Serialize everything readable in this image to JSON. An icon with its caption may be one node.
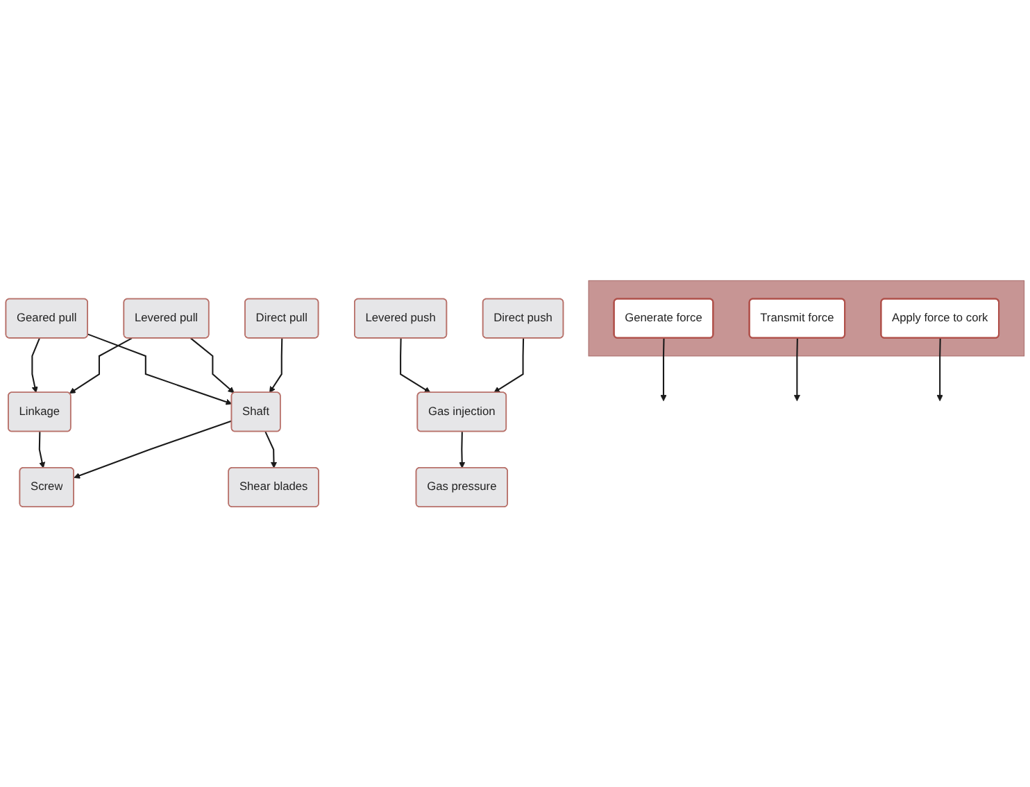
{
  "diagram": {
    "nodes": [
      {
        "text": [],
        "shape": "band"
      },
      {
        "text": [
          "Generate force"
        ],
        "in": 0
      },
      {
        "text": [
          "Transmit force"
        ],
        "in": 0
      },
      {
        "text": [
          "Apply force to cork"
        ],
        "in": 0
      },
      {
        "text": [
          "Direct pull"
        ]
      },
      {
        "text": [
          "Shaft"
        ]
      },
      {
        "text": [
          "Screw"
        ]
      },
      {
        "text": [
          "Levered pull"
        ]
      },
      {
        "text": [
          "Linkage"
        ]
      },
      {
        "text": [
          "Shear blades"
        ]
      },
      {
        "text": [
          "Geared pull"
        ]
      },
      {
        "text": [
          "Direct push"
        ]
      },
      {
        "text": [
          "Gas injection"
        ]
      },
      {
        "text": [
          "Gas pressure"
        ]
      },
      {
        "text": [
          "Levered push"
        ]
      }
    ],
    "edges": [
      {
        "from": 1,
        "to": null,
        "arrow": "to"
      },
      {
        "from": 2,
        "to": null,
        "arrow": "to"
      },
      {
        "from": 3,
        "to": null,
        "arrow": "to"
      },
      {
        "from": 4,
        "to": 5,
        "arrow": "to"
      },
      {
        "from": 7,
        "to": 5,
        "arrow": "to"
      },
      {
        "from": 7,
        "to": 8,
        "arrow": "to"
      },
      {
        "from": 10,
        "to": 5,
        "arrow": "to"
      },
      {
        "from": 10,
        "to": 8,
        "arrow": "to"
      },
      {
        "from": 5,
        "to": 6,
        "arrow": "to"
      },
      {
        "from": 5,
        "to": 9,
        "arrow": "to"
      },
      {
        "from": 8,
        "to": 6,
        "arrow": "to"
      },
      {
        "from": 11,
        "to": 12,
        "arrow": "to"
      },
      {
        "from": 14,
        "to": 12,
        "arrow": "to"
      },
      {
        "from": 12,
        "to": 13,
        "arrow": "to"
      }
    ]
  }
}
